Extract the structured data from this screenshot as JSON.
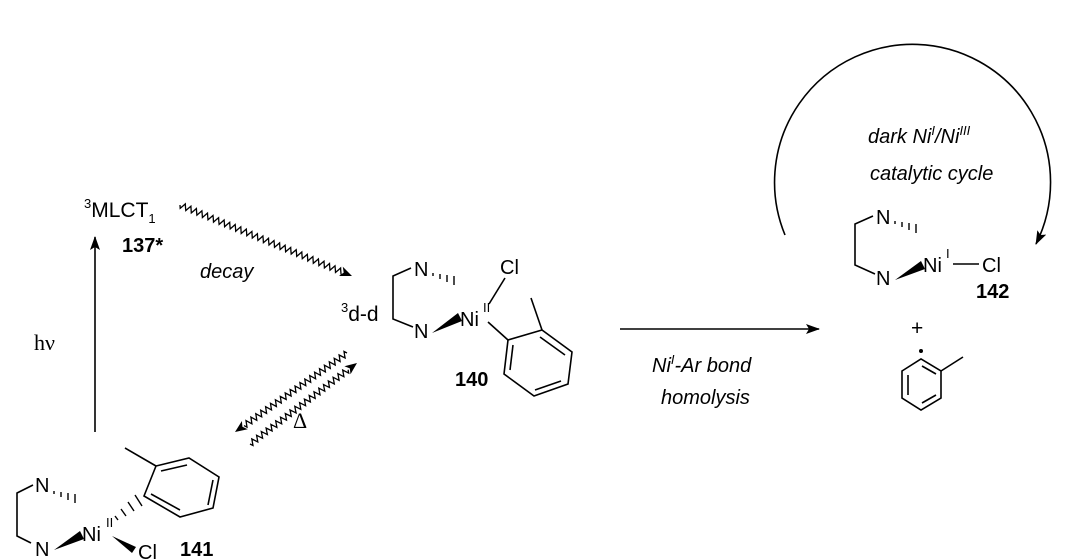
{
  "state_mlct": {
    "label": "MLCT",
    "sup": "3",
    "sub": "1",
    "number": "137*"
  },
  "excitation": {
    "label": "hν"
  },
  "decay": {
    "label": "decay"
  },
  "thermal": {
    "label": "Δ"
  },
  "state_dd": {
    "sup": "3",
    "label": "d-d"
  },
  "complex_140": {
    "number": "140",
    "metal": "Ni",
    "oxidation": "II",
    "halide": "Cl"
  },
  "complex_141": {
    "number": "141",
    "metal": "Ni",
    "oxidation": "II",
    "halide": "Cl"
  },
  "complex_142": {
    "number": "142",
    "metal": "Ni",
    "oxidation": "I",
    "halide": "Cl"
  },
  "ligand_atom": "N",
  "homolysis": {
    "metal": "Ni",
    "oxidation": "I",
    "line1_rest": "-Ar bond",
    "line2": "homolysis"
  },
  "plus": "+",
  "cycle": {
    "line1_prefix": "dark ",
    "metal": "Ni",
    "ox_a": "I",
    "sep": "/",
    "ox_b": "III",
    "line2": "catalytic cycle"
  }
}
